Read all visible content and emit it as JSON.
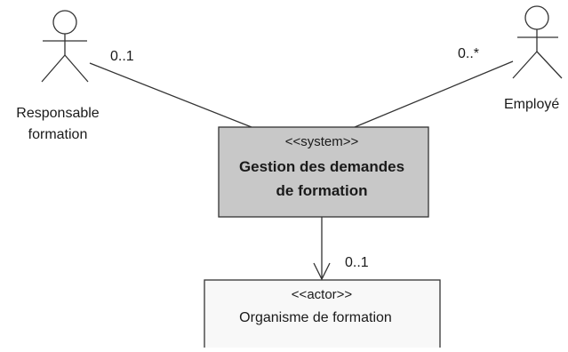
{
  "actors": {
    "responsable": {
      "label_line1": "Responsable",
      "label_line2": "formation",
      "multiplicity": "0..1"
    },
    "employe": {
      "label": "Employé",
      "multiplicity": "0..*"
    }
  },
  "system": {
    "stereotype": "<<system>>",
    "name_line1": "Gestion des demandes",
    "name_line2": "de formation",
    "fill_color": "#c8c8c8"
  },
  "external_actor": {
    "stereotype": "<<actor>>",
    "name": "Organisme de formation",
    "multiplicity": "0..1"
  }
}
